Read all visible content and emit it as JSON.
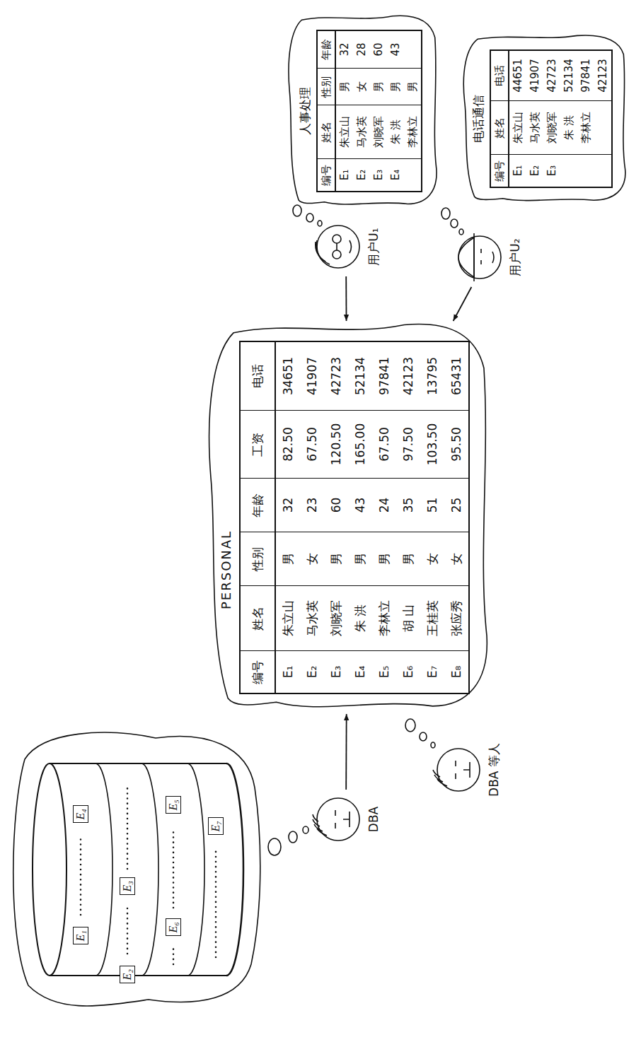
{
  "diagram": {
    "nodes": [
      {
        "text": [
          "DBA"
        ]
      },
      {
        "text": [
          "PERSONAL"
        ]
      },
      {
        "text": [
          "DBA 等人"
        ]
      },
      {
        "text": [
          "用户U₁"
        ]
      },
      {
        "text": [
          "用户U₂"
        ]
      },
      {
        "text": [
          "人事处理"
        ]
      },
      {
        "text": [
          "电话通信"
        ]
      }
    ],
    "edges": [
      {
        "from": 0,
        "to": 1,
        "arrow": "to"
      },
      {
        "from": 3,
        "to": 1,
        "arrow": "to"
      },
      {
        "from": 4,
        "to": 1,
        "arrow": "to"
      }
    ],
    "labels": [
      "E₁",
      "E₄",
      "E₂",
      "E₃",
      "E₆",
      "E₅",
      "E₇",
      "编号",
      "姓名",
      "性别",
      "年龄",
      "工资",
      "电话",
      "E₁",
      "朱立山",
      "男",
      "32",
      "82.50",
      "34651",
      "E₂",
      "马水英",
      "女",
      "23",
      "67.50",
      "41907",
      "E₃",
      "刘晓军",
      "男",
      "60",
      "120.50",
      "42723",
      "E₄",
      "朱 洪",
      "男",
      "43",
      "165.00",
      "52134",
      "E₅",
      "李林立",
      "男",
      "24",
      "67.50",
      "97841",
      "E₆",
      "胡 山",
      "男",
      "35",
      "97.50",
      "42123",
      "E₇",
      "王桂英",
      "女",
      "51",
      "103.50",
      "13795",
      "E₈",
      "张应秀",
      "女",
      "25",
      "95.50",
      "65431",
      "编号",
      "姓名",
      "性别",
      "年龄",
      "E₁",
      "朱立山",
      "男",
      "32",
      "E₂",
      "马水英",
      "女",
      "28",
      "E₃",
      "刘晓军",
      "男",
      "60",
      "E₄",
      "朱 洪",
      "男",
      "43",
      "李林立",
      "男",
      "编号",
      "姓名",
      "电话",
      "E₁",
      "朱立山",
      "44651",
      "E₂",
      "马水英",
      "41907",
      "E₃",
      "刘晓军",
      "42723",
      "朱 洪",
      "52134",
      "李林立",
      "97841",
      "42123"
    ]
  }
}
